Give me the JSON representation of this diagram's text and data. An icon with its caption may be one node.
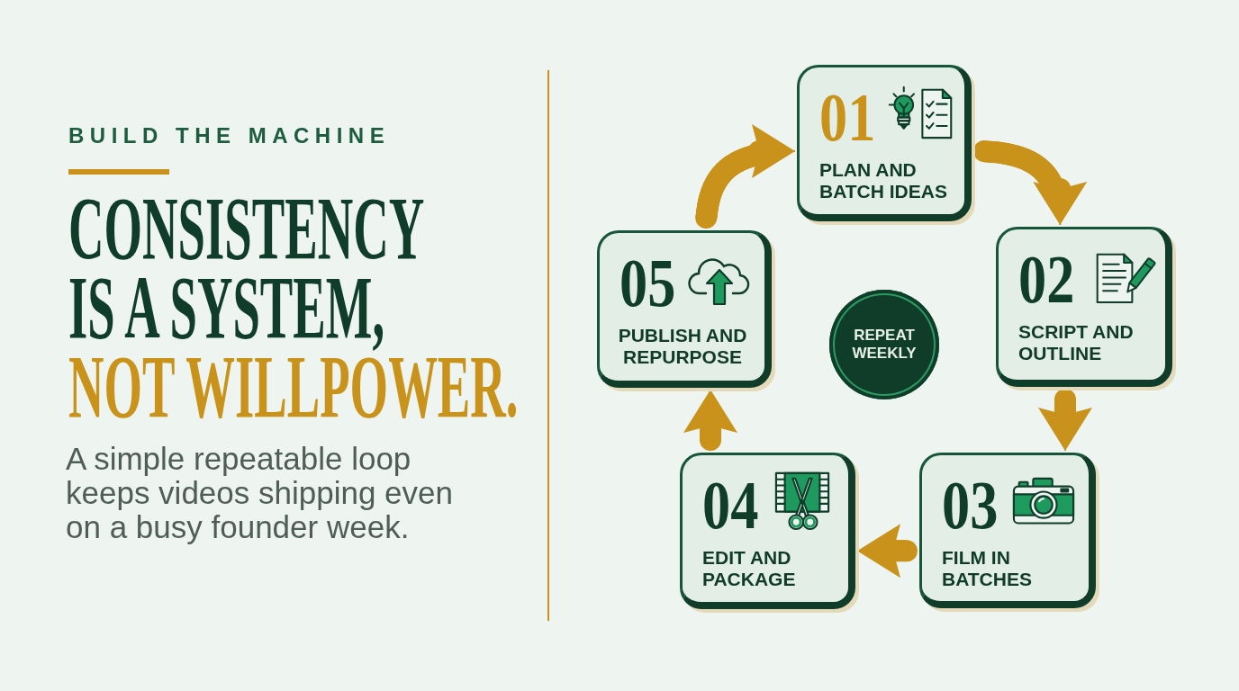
{
  "diagram": {
    "title": "CONSISTENCY IS A SYSTEM, *NOT WILLPOWER.*",
    "nodes": [
      {
        "text": [
          "01",
          "PLAN AND BATCH IDEAS"
        ]
      },
      {
        "text": [
          "02",
          "SCRIPT AND OUTLINE"
        ]
      },
      {
        "text": [
          "03",
          "FILM IN BATCHES"
        ]
      },
      {
        "text": [
          "04",
          "EDIT AND PACKAGE"
        ]
      },
      {
        "text": [
          "05",
          "PUBLISH AND REPURPOSE"
        ]
      },
      {
        "text": [
          "REPEAT WEEKLY"
        ]
      }
    ],
    "edges": [
      {
        "from": 0,
        "to": 1,
        "arrow": "to"
      },
      {
        "from": 1,
        "to": 2,
        "arrow": "to"
      },
      {
        "from": 2,
        "to": 3,
        "arrow": "to"
      },
      {
        "from": 3,
        "to": 4,
        "arrow": "to"
      },
      {
        "from": 4,
        "to": 0,
        "arrow": "to"
      }
    ],
    "labels": [
      "BUILD THE MACHINE",
      "A simple repeatable loop keeps videos shipping even on a busy founder week."
    ]
  }
}
